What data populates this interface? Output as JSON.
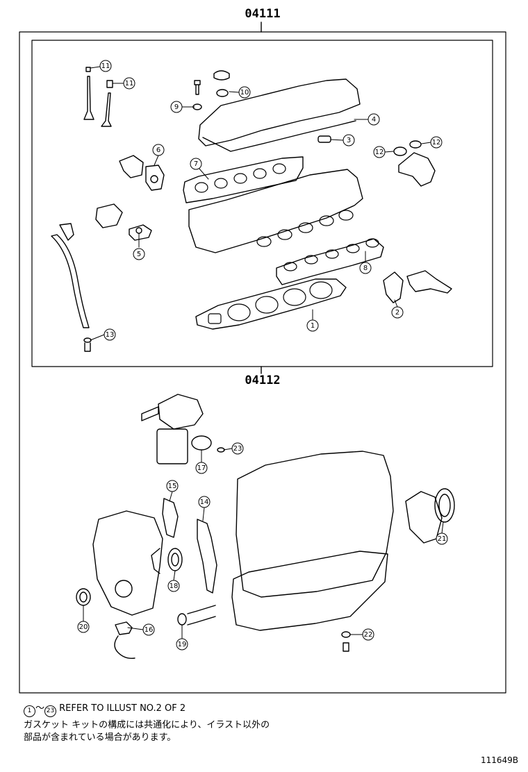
{
  "kits": {
    "upper": "04111",
    "lower": "04112"
  },
  "callouts": [
    {
      "id": "c1",
      "label": "1"
    },
    {
      "id": "c2",
      "label": "2"
    },
    {
      "id": "c3",
      "label": "3"
    },
    {
      "id": "c4",
      "label": "4"
    },
    {
      "id": "c5",
      "label": "5"
    },
    {
      "id": "c6",
      "label": "6"
    },
    {
      "id": "c7",
      "label": "7"
    },
    {
      "id": "c8",
      "label": "8"
    },
    {
      "id": "c9",
      "label": "9"
    },
    {
      "id": "c10",
      "label": "10"
    },
    {
      "id": "c11a",
      "label": "11"
    },
    {
      "id": "c11b",
      "label": "11"
    },
    {
      "id": "c12a",
      "label": "12"
    },
    {
      "id": "c12b",
      "label": "12"
    },
    {
      "id": "c13",
      "label": "13"
    },
    {
      "id": "c14",
      "label": "14"
    },
    {
      "id": "c15",
      "label": "15"
    },
    {
      "id": "c16",
      "label": "16"
    },
    {
      "id": "c17",
      "label": "17"
    },
    {
      "id": "c18",
      "label": "18"
    },
    {
      "id": "c19",
      "label": "19"
    },
    {
      "id": "c20",
      "label": "20"
    },
    {
      "id": "c21",
      "label": "21"
    },
    {
      "id": "c22",
      "label": "22"
    },
    {
      "id": "c23",
      "label": "23"
    }
  ],
  "notes": {
    "range_start": "1",
    "range_sep": "～",
    "range_end": "23",
    "reference": " REFER TO ILLUST NO.2 OF 2",
    "jp_line1": "ガスケット キットの構成には共通化により、イラスト以外の",
    "jp_line2": "部品が含まれている場合があります。"
  },
  "illustration_id": "111649B"
}
